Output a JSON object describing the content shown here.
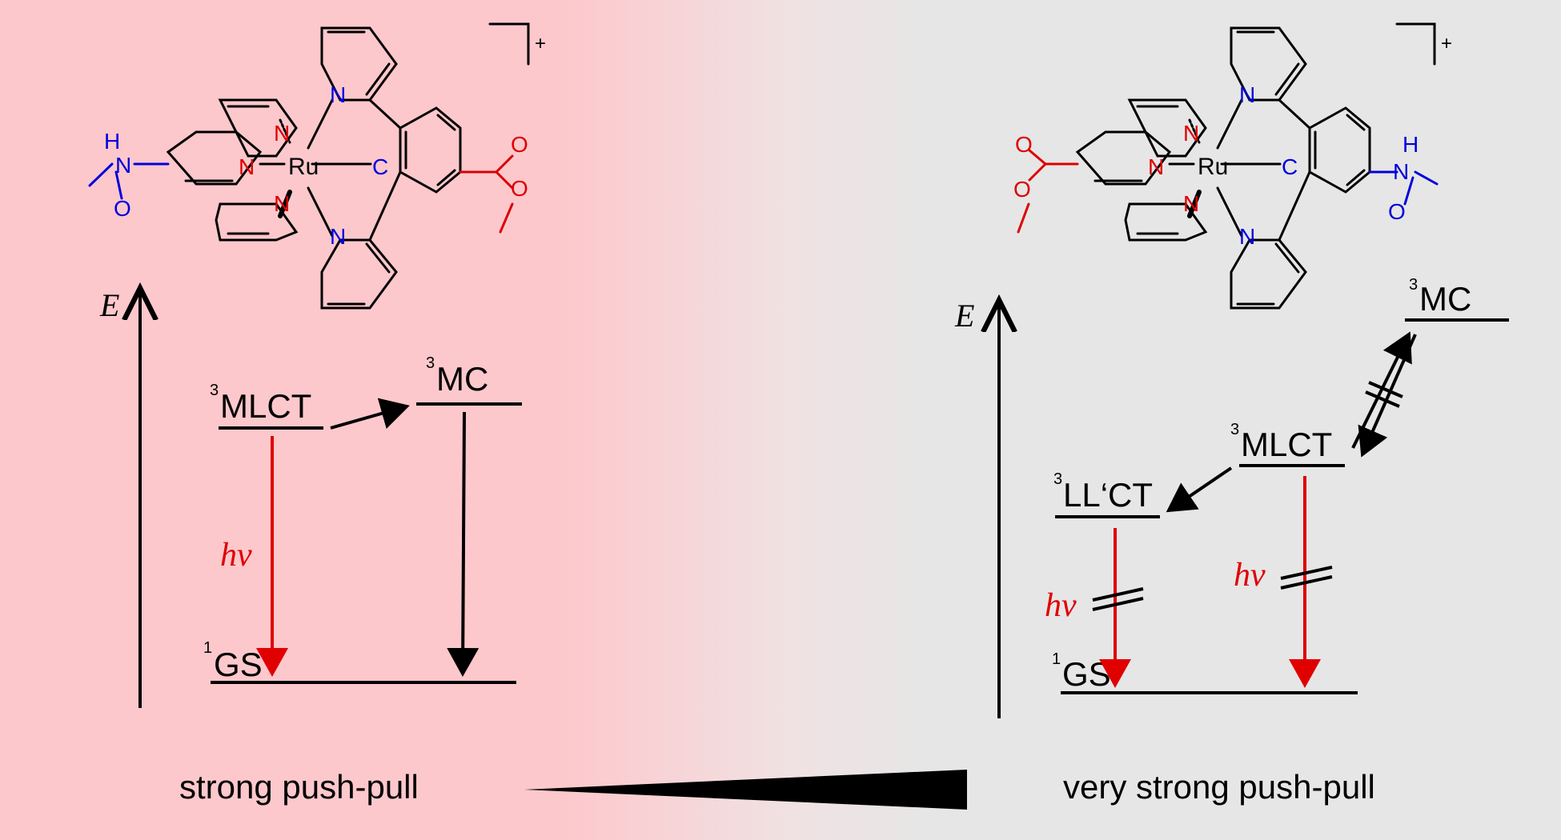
{
  "panels": {
    "left": {
      "caption": "strong push-pull",
      "axis_label": "E",
      "charge": "+",
      "metal": "Ru",
      "donor_atoms": {
        "nh_h": "H",
        "nh_n": "N",
        "amide_o": "O"
      },
      "acceptor_atoms": {
        "carbonyl_o": "O",
        "ester_o": "O"
      },
      "coord_atoms": {
        "n_upper": "N",
        "n_central": "N",
        "n_lower": "N",
        "c_cyclometal": "C",
        "n_top": "N",
        "n_bottom": "N"
      },
      "levels": {
        "mlct": {
          "sup": "3",
          "label": "MLCT"
        },
        "mc": {
          "sup": "3",
          "label": "MC"
        },
        "gs": {
          "sup": "1",
          "label": "GS"
        }
      },
      "emission_label": "hν"
    },
    "right": {
      "caption": "very strong push-pull",
      "axis_label": "E",
      "charge": "+",
      "metal": "Ru",
      "donor_atoms": {
        "nh_h": "H",
        "nh_n": "N",
        "amide_o": "O"
      },
      "acceptor_atoms": {
        "carbonyl_o": "O",
        "ester_o": "O"
      },
      "coord_atoms": {
        "n_upper": "N",
        "n_central": "N",
        "n_lower": "N",
        "c_cyclometal": "C",
        "n_top": "N",
        "n_bottom": "N"
      },
      "levels": {
        "mc": {
          "sup": "3",
          "label": "MC"
        },
        "mlct": {
          "sup": "3",
          "label": "MLCT"
        },
        "llct": {
          "sup": "3",
          "label": "LL‘CT"
        },
        "gs": {
          "sup": "1",
          "label": "GS"
        }
      },
      "emission_label_1": "hν",
      "emission_label_2": "hν"
    }
  },
  "colors": {
    "left_background": "#fdc8cc",
    "right_background": "#e6e6e6",
    "emission": "#e00000",
    "donor": "#0000dd",
    "acceptor": "#dd0000"
  }
}
